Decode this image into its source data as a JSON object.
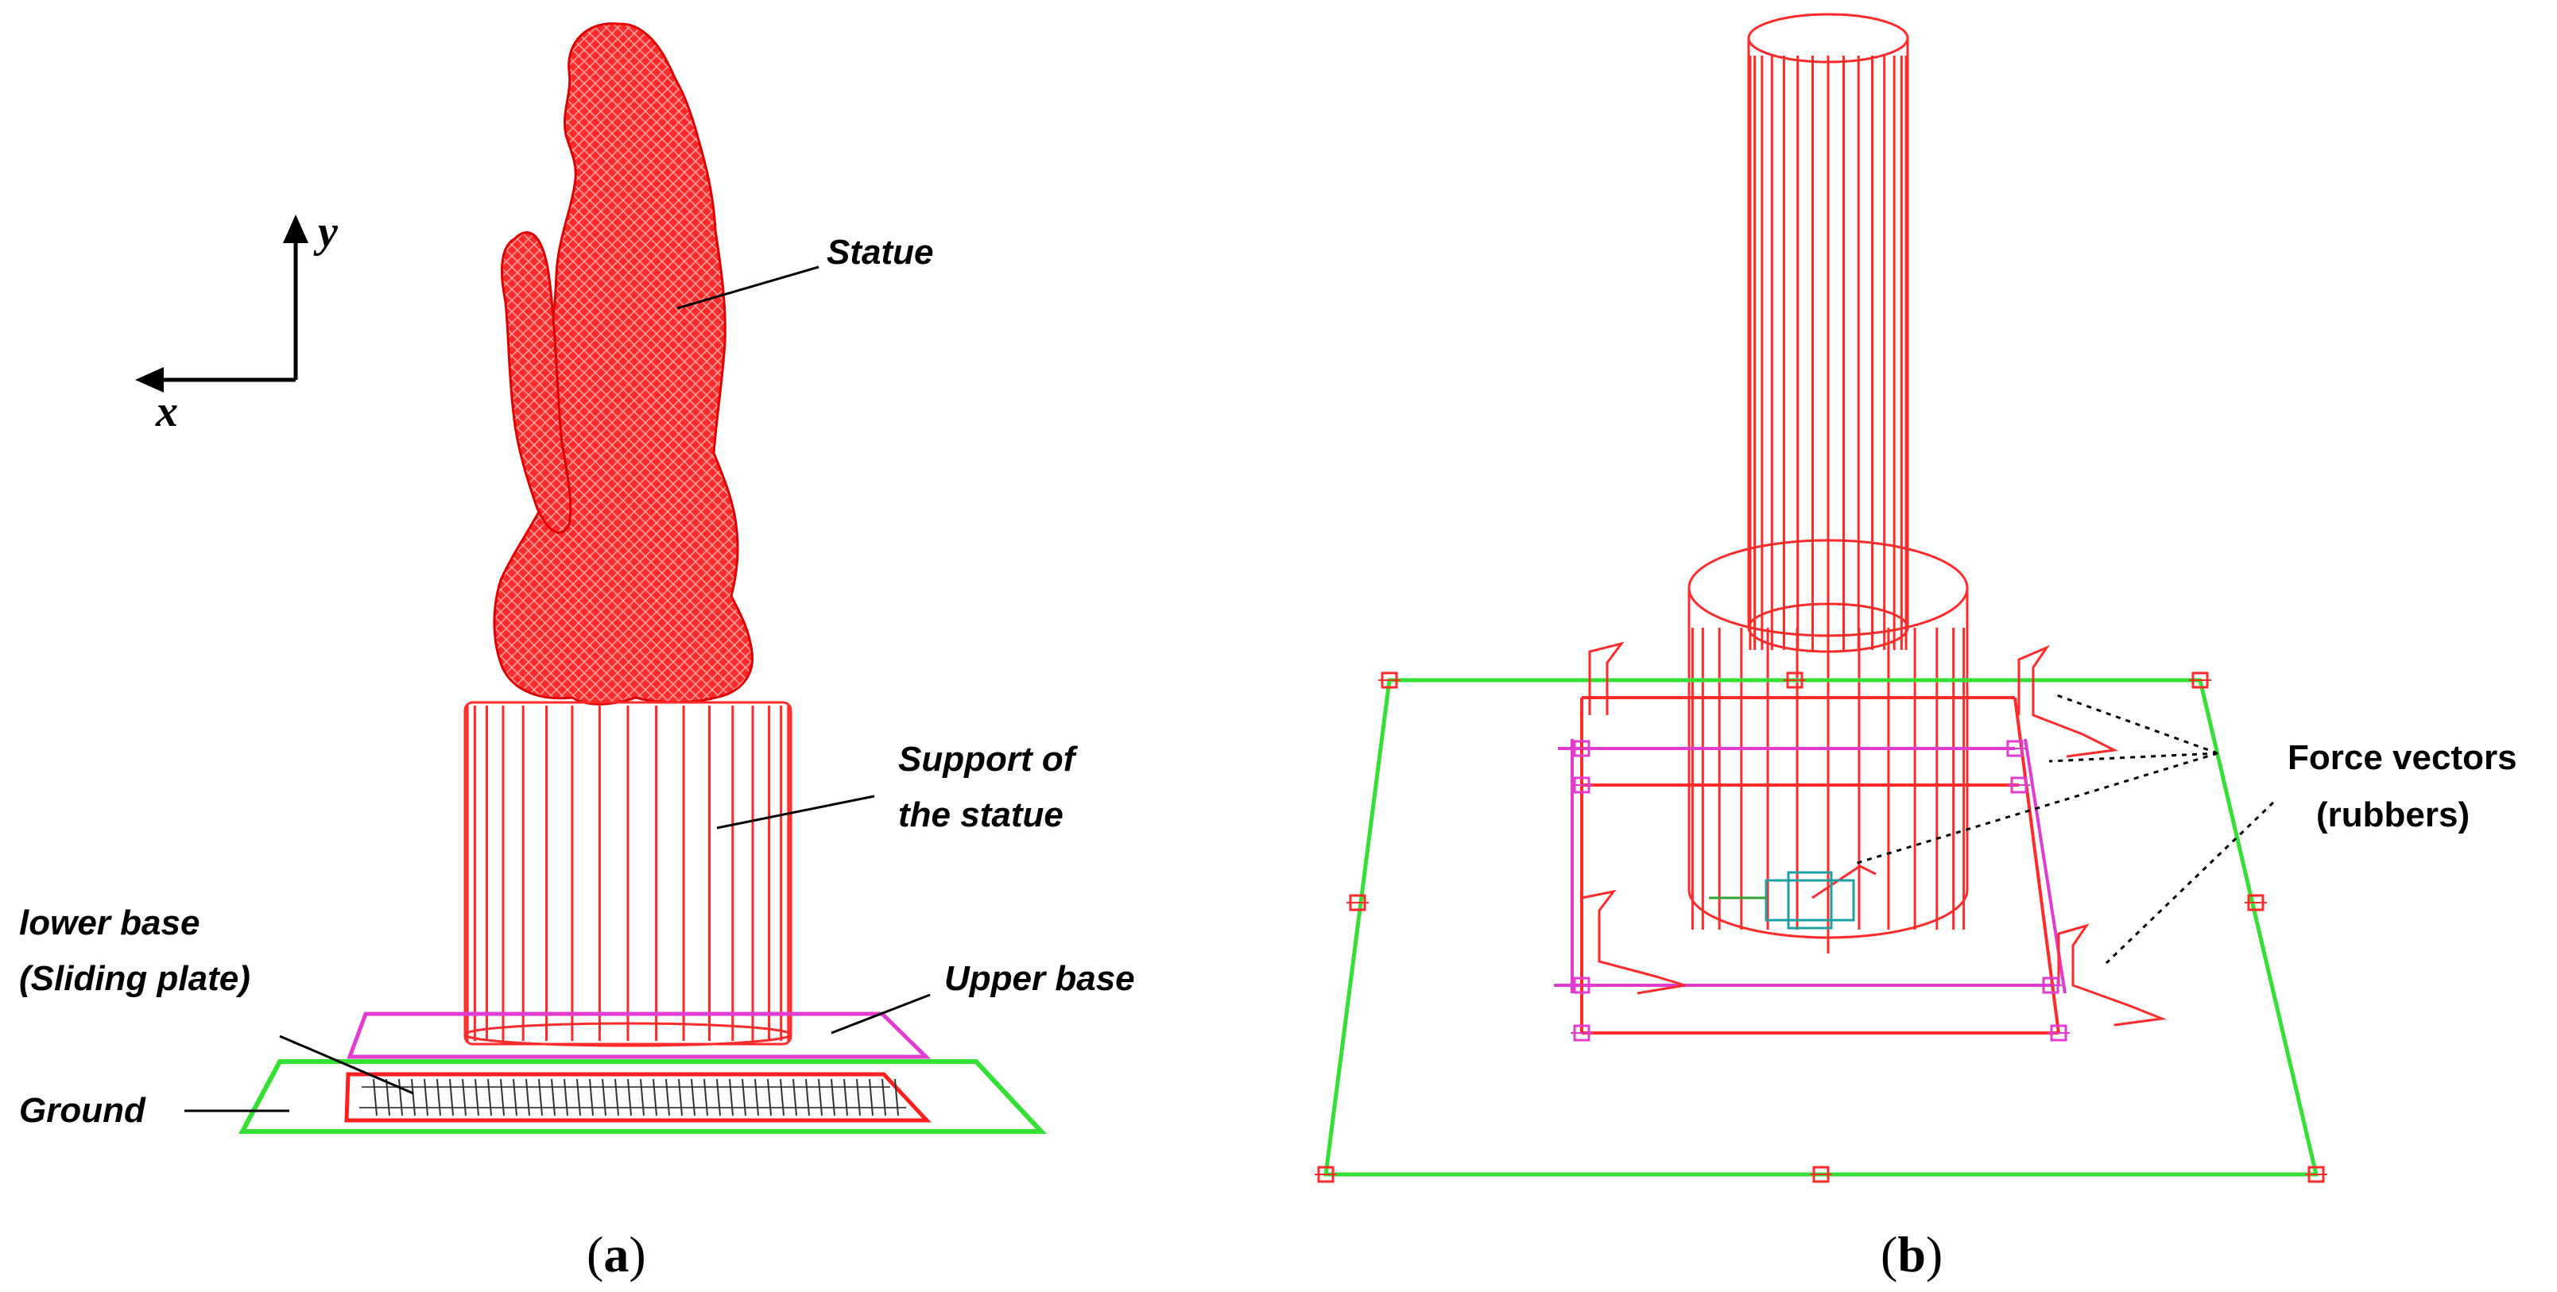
{
  "panel_a": {
    "caption_open": "(",
    "caption_letter": "a",
    "caption_close": ")",
    "axis_y": "y",
    "axis_x": "x",
    "labels": {
      "statue": "Statue",
      "support_line1": "Support of",
      "support_line2": "the statue",
      "lower_base_line1": "lower base",
      "lower_base_line2": "(Sliding plate)",
      "upper_base": "Upper base",
      "ground": "Ground"
    }
  },
  "panel_b": {
    "caption_open": "(",
    "caption_letter": "b",
    "caption_close": ")",
    "labels": {
      "force_line1": "Force vectors",
      "force_line2": "(rubbers)"
    }
  },
  "colors": {
    "model_red": "#ff1f1f",
    "plate_magenta": "#e23bd0",
    "ground_green": "#33e033",
    "text": "#000000"
  }
}
